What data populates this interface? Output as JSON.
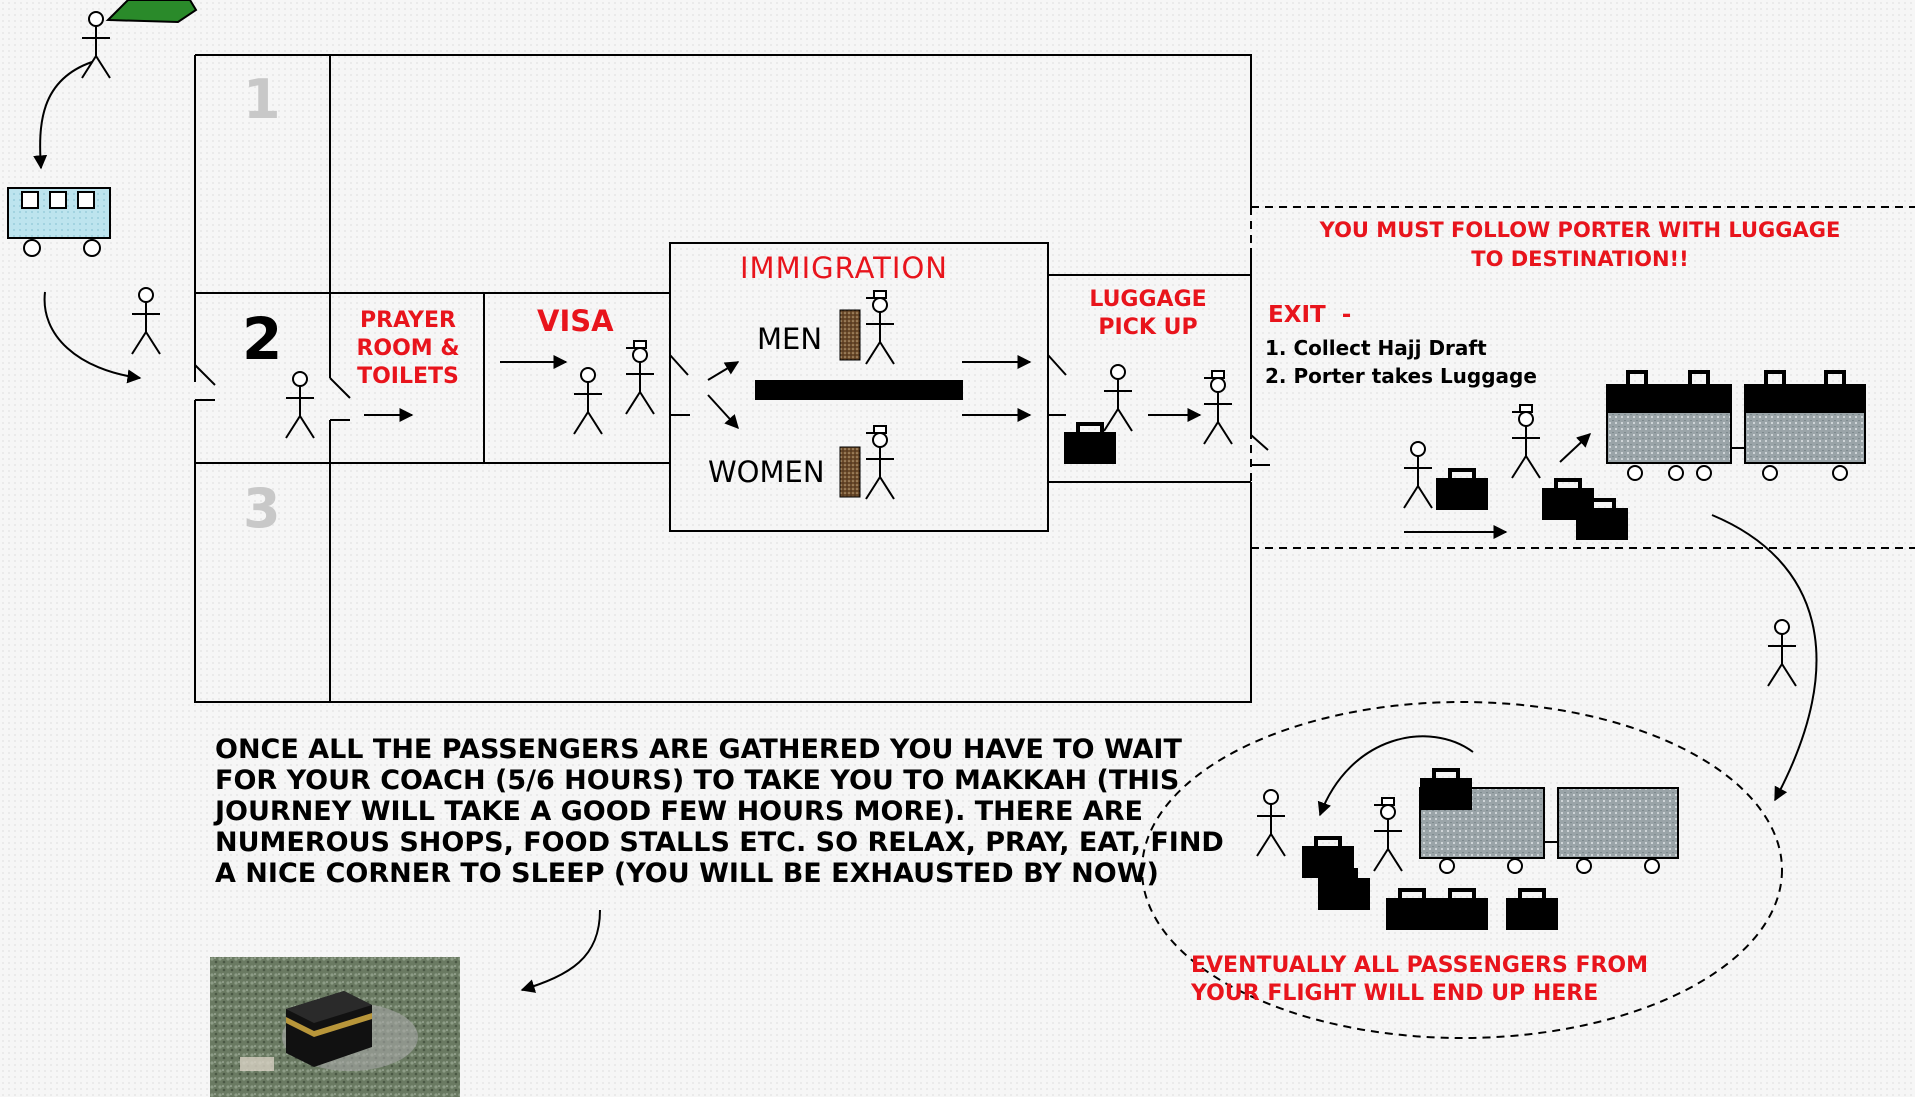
{
  "zones": {
    "zone_1": "1",
    "zone_2": "2",
    "zone_3": "3"
  },
  "stations": {
    "prayer": "PRAYER\nROOM &\nTOILETS",
    "visa": "VISA",
    "immigration": "IMMIGRATION",
    "men": "MEN",
    "women": "WOMEN",
    "luggage": "LUGGAGE\nPICK UP"
  },
  "exit_area": {
    "porter_notice": "YOU MUST FOLLOW PORTER WITH LUGGAGE\nTO DESTINATION!!",
    "exit_title": "EXIT  -",
    "steps": [
      "1. Collect Hajj Draft",
      "2. Porter takes Luggage"
    ]
  },
  "waiting_note": "ONCE ALL THE PASSENGERS ARE GATHERED YOU HAVE TO WAIT\nFOR YOUR COACH (5/6 HOURS) TO TAKE YOU TO MAKKAH (THIS\nJOURNEY WILL TAKE A GOOD FEW HOURS MORE). THERE ARE\nNUMEROUS SHOPS, FOOD STALLS ETC. SO RELAX, PRAY, EAT, FIND\nA NICE CORNER TO SLEEP (YOU WILL BE EXHAUSTED BY NOW)",
  "gathering_note": "EVENTUALLY ALL PASSENGERS FROM\nYOUR FLIGHT WILL END UP HERE",
  "colors": {
    "accent_red": "#e8141c",
    "zone_number_grey": "#c8c8c8",
    "bus_blue": "#bde4ee",
    "trolley_grey": "#9aa4a8",
    "plane_green": "#2a8a2a",
    "door_brown": "#6b4a2a"
  },
  "icons": [
    "stick-figure-icon",
    "porter-icon",
    "bus-icon",
    "airplane-icon",
    "suitcase-icon",
    "luggage-trolley-icon",
    "door-icon",
    "kaaba-photo"
  ]
}
